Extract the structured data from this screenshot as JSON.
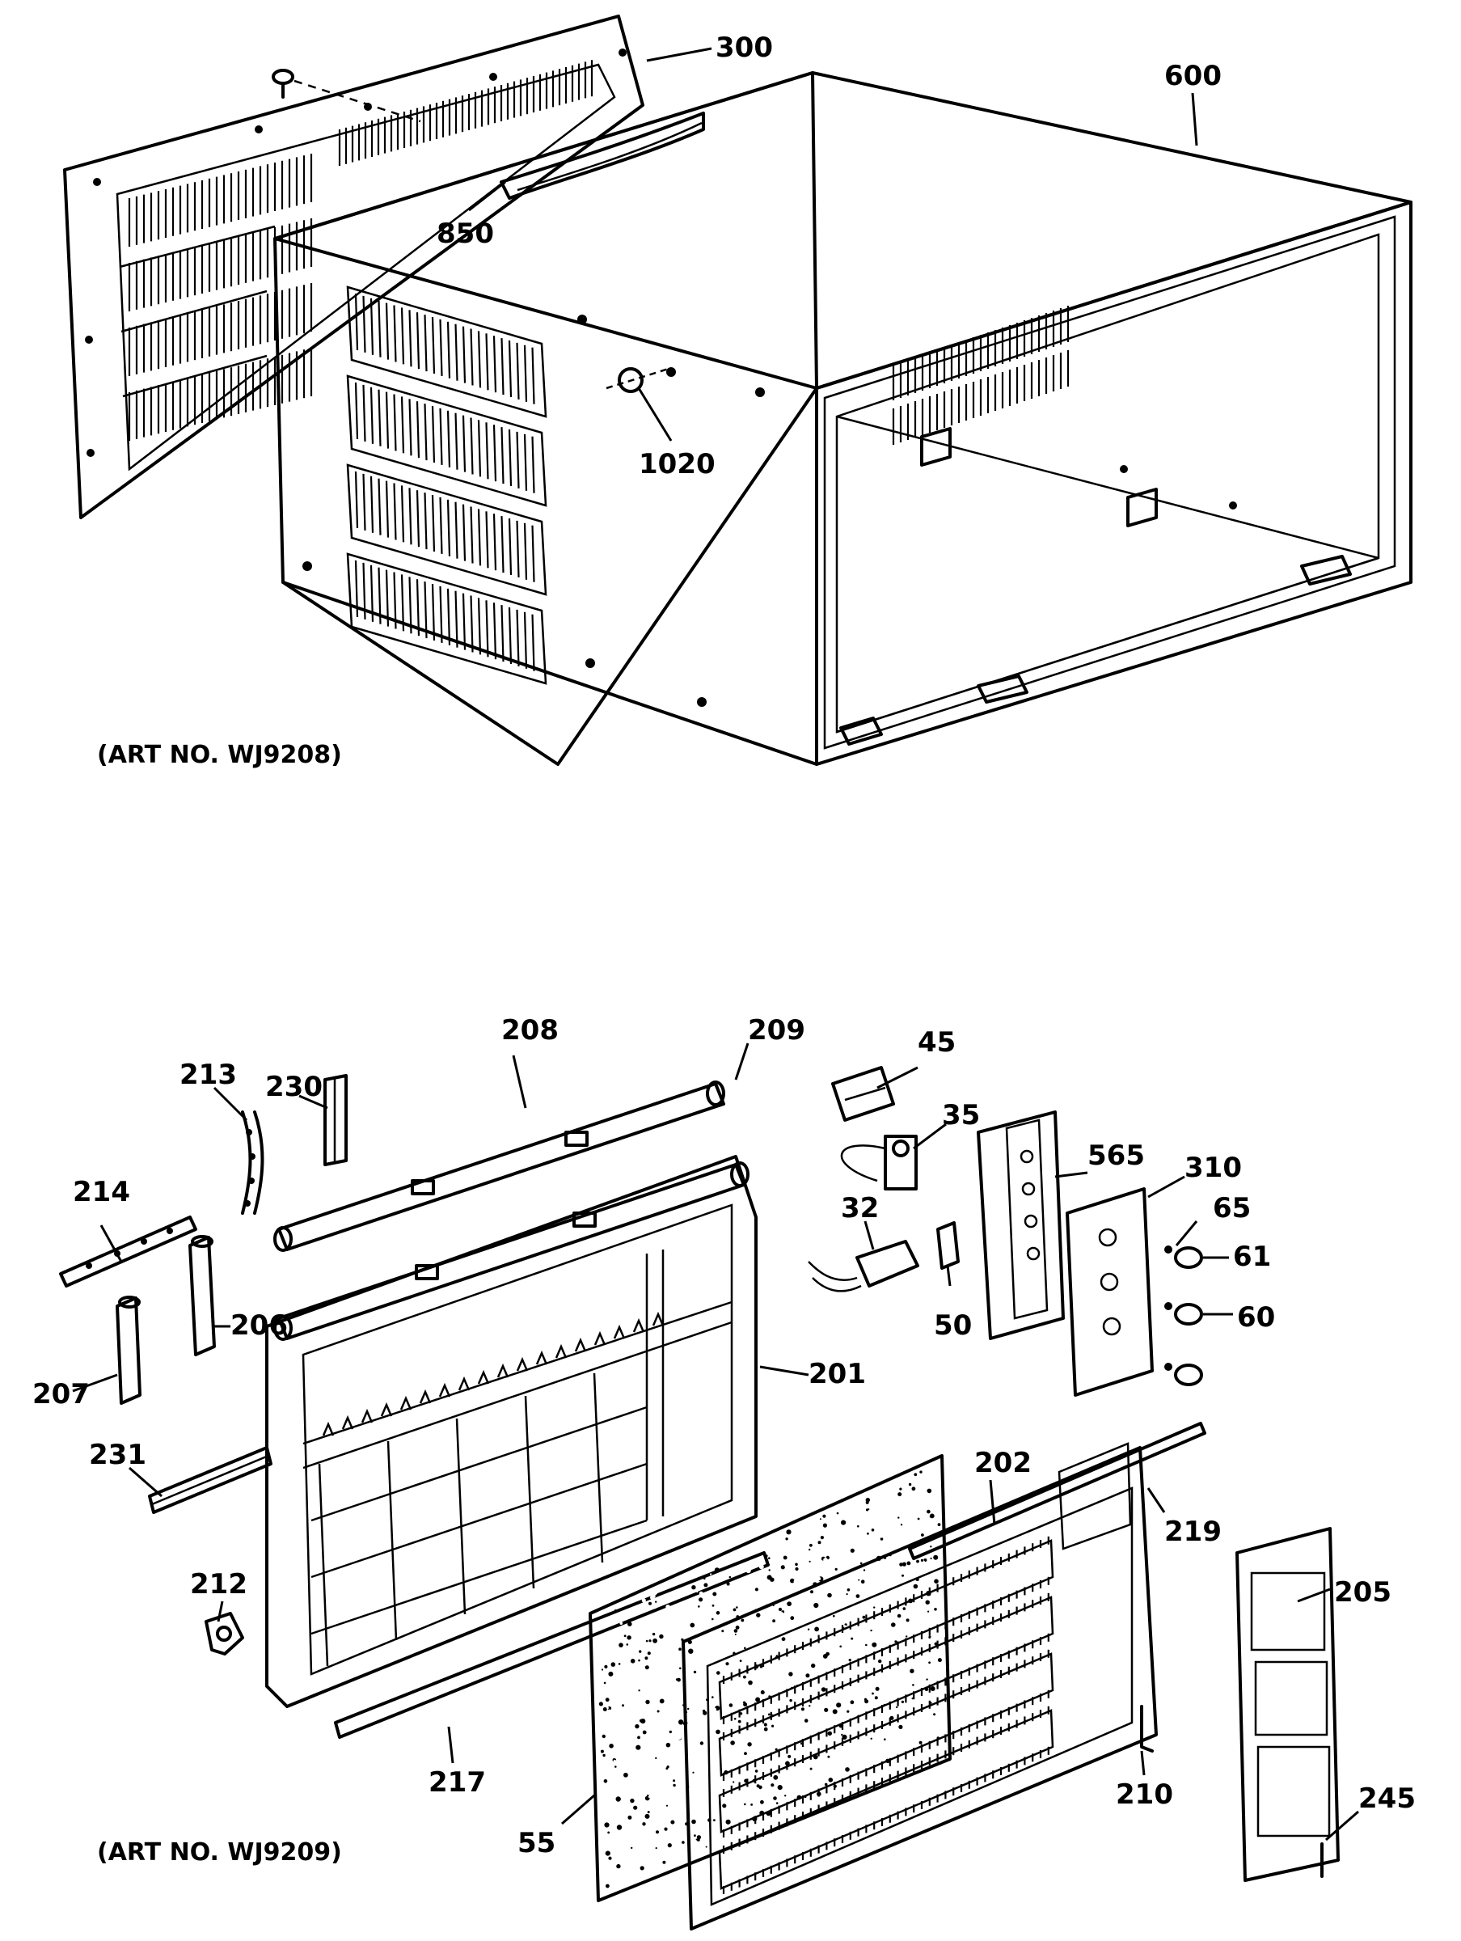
{
  "figures": [
    {
      "art_label": "(ART NO. WJ9208)",
      "part_labels": [
        "300",
        "600",
        "850",
        "1020"
      ]
    },
    {
      "art_label": "(ART NO. WJ9209)",
      "part_labels": [
        "208",
        "209",
        "45",
        "213",
        "230",
        "35",
        "565",
        "310",
        "214",
        "32",
        "65",
        "61",
        "206",
        "50",
        "60",
        "207",
        "201",
        "231",
        "202",
        "219",
        "212",
        "205",
        "217",
        "55",
        "210",
        "245"
      ]
    }
  ]
}
